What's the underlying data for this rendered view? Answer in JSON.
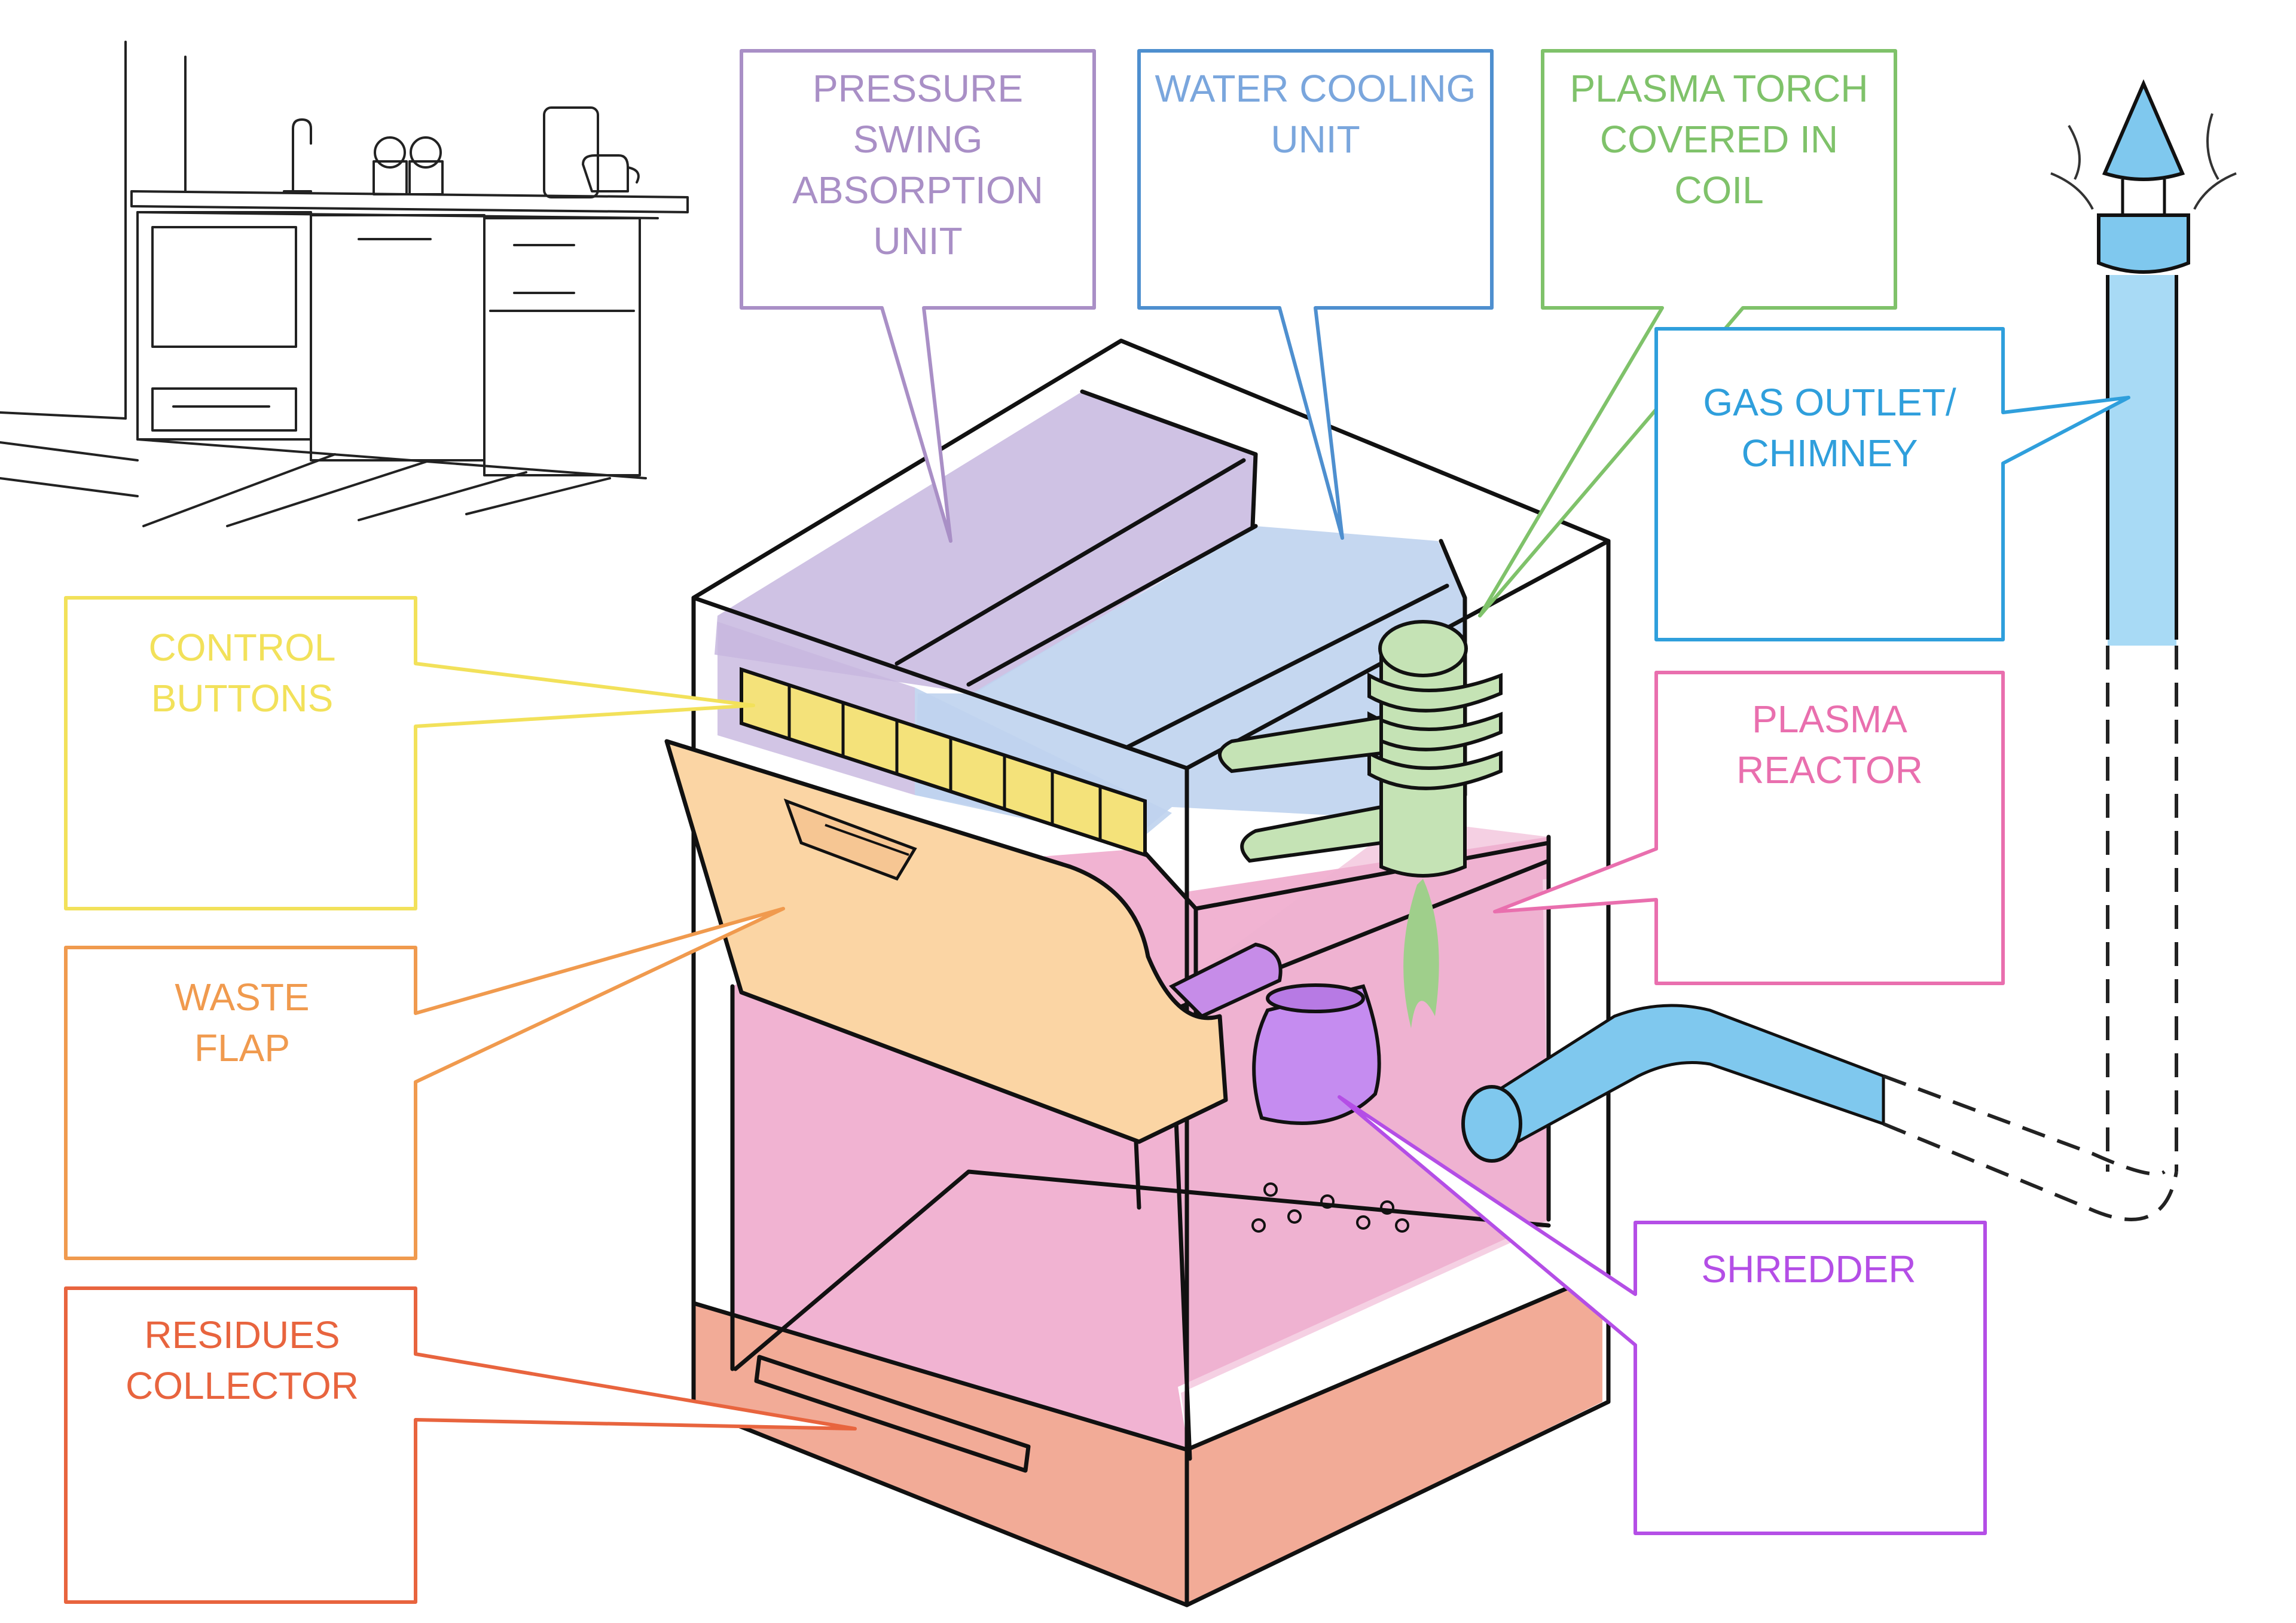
{
  "labels": {
    "pressure_swing": [
      "PRESSURE",
      "SWING",
      "ABSORPTION",
      "UNIT"
    ],
    "water_cooling": [
      "WATER COOLING",
      "UNIT"
    ],
    "plasma_torch": [
      "PLASMA TORCH",
      "COVERED IN",
      "COIL"
    ],
    "gas_outlet": [
      "GAS OUTLET/",
      "CHIMNEY"
    ],
    "control_buttons": [
      "CONTROL",
      "BUTTONS"
    ],
    "plasma_reactor": [
      "PLASMA",
      "REACTOR"
    ],
    "waste_flap": [
      "WASTE",
      "FLAP"
    ],
    "shredder": [
      "SHREDDER"
    ],
    "residues_collector": [
      "RESIDUES",
      "COLLECTOR"
    ]
  },
  "colors": {
    "pressure_swing": "#a98fc6",
    "water_cooling": "#4e8fcf",
    "plasma_torch": "#7fc26a",
    "gas_outlet": "#2f9fdc",
    "control_buttons": "#f2e15a",
    "plasma_reactor": "#e96fae",
    "waste_flap": "#f09a4e",
    "shredder": "#b44ee6",
    "residues_collector": "#e8643e"
  }
}
